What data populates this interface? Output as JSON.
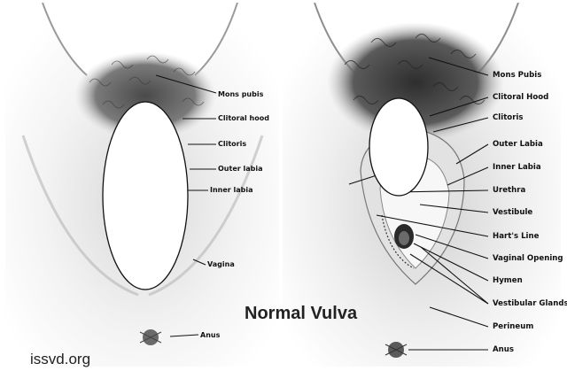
{
  "title": "Normal Vulva",
  "source": "issvd.org",
  "left_labels": {
    "mons_pubis": "Mons pubis",
    "clitoral_hood": "Clitoral hood",
    "clitoris": "Clitoris",
    "outer_labia": "Outer labia",
    "inner_labia": "Inner labia",
    "vagina": "Vagina",
    "anus": "Anus"
  },
  "right_labels": {
    "mons_pubis": "Mons Pubis",
    "clitoral_hood": "Clitoral Hood",
    "clitoris": "Clitoris",
    "outer_labia": "Outer Labia",
    "inner_labia": "Inner Labia",
    "urethra": "Urethra",
    "vestibule": "Vestibule",
    "harts_line": "Hart's Line",
    "vaginal_opening": "Vaginal Opening",
    "hymen": "Hymen",
    "vestibular_glands": "Vestibular Glands",
    "perineum": "Perineum",
    "anus": "Anus"
  }
}
